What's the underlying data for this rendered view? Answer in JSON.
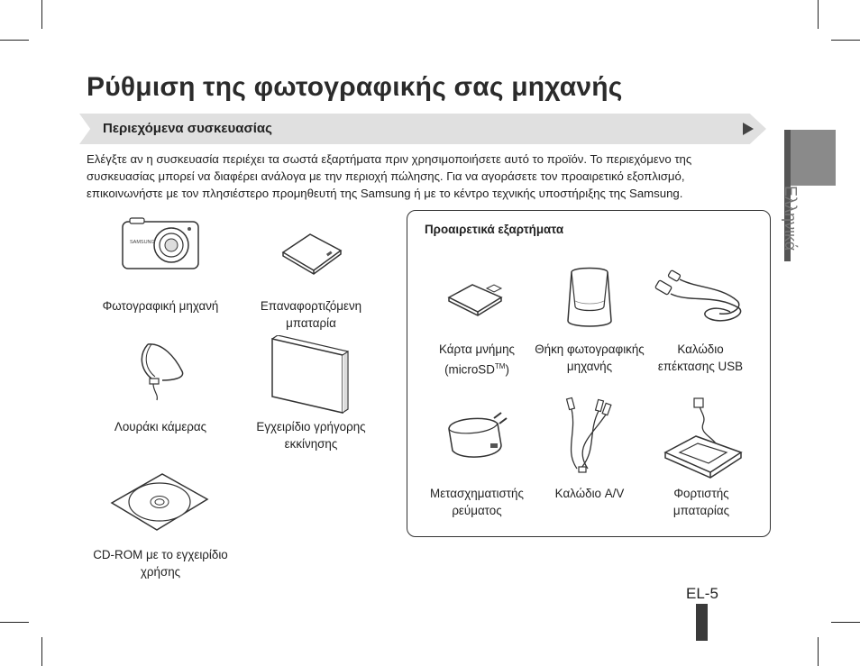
{
  "page": {
    "title": "Ρύθμιση της φωτογραφικής σας μηχανής",
    "section_title": "Περιεχόμενα συσκευασίας",
    "intro": "Ελέγξτε αν η συσκευασία περιέχει τα σωστά εξαρτήματα πριν χρησιμοποιήσετε αυτό το προϊόν. Το περιεχόμενο της συσκευασίας μπορεί να διαφέρει ανάλογα με την περιοχή πώλησης. Για να αγοράσετε τον προαιρετικό εξοπλισμό, επικοινωνήστε με τον πλησιέστερο προμηθευτή της Samsung ή με το κέντρο τεχνικής υποστήριξης της Samsung.",
    "language_tab": "Ελληνικά",
    "page_number": "EL-5"
  },
  "camera_brand_text": "SAMSUNG",
  "package_items": {
    "camera": {
      "line1": "Φωτογραφική μηχανή",
      "icon": "camera-icon"
    },
    "battery": {
      "line1": "Επαναφορτιζόμενη",
      "line2": "μπαταρία",
      "icon": "battery-icon"
    },
    "strap": {
      "line1": "Λουράκι κάμερας",
      "icon": "strap-icon"
    },
    "manual": {
      "line1": "Εγχειρίδιο γρήγορης",
      "line2": "εκκίνησης",
      "icon": "manual-icon"
    },
    "cdrom": {
      "line1": "CD-ROM με το εγχειρίδιο",
      "line2": "χρήσης",
      "icon": "cd-rom-icon"
    }
  },
  "optional": {
    "title": "Προαιρετικά εξαρτήματα",
    "items": {
      "memory_card": {
        "line1": "Κάρτα μνήμης",
        "line2_prefix": "(microSD",
        "line2_sup": "TM",
        "line2_suffix": ")",
        "icon": "memory-card-icon"
      },
      "case": {
        "line1": "Θήκη φωτογραφικής",
        "line2": "μηχανής",
        "icon": "camera-case-icon"
      },
      "usb_cable": {
        "line1": "Καλώδιο",
        "line2": "επέκτασης USB",
        "icon": "usb-cable-icon"
      },
      "ac_adapter": {
        "line1": "Μετασχηματιστής",
        "line2": "ρεύματος",
        "icon": "ac-adapter-icon"
      },
      "av_cable": {
        "line1": "Καλώδιο A/V",
        "icon": "av-cable-icon"
      },
      "charger": {
        "line1": "Φορτιστής",
        "line2": "μπαταρίας",
        "icon": "battery-charger-icon"
      }
    }
  },
  "colors": {
    "section_bar": "#e0e0e0",
    "language_tab": "#8a8a8a",
    "page_tab": "#3a3a3a"
  }
}
